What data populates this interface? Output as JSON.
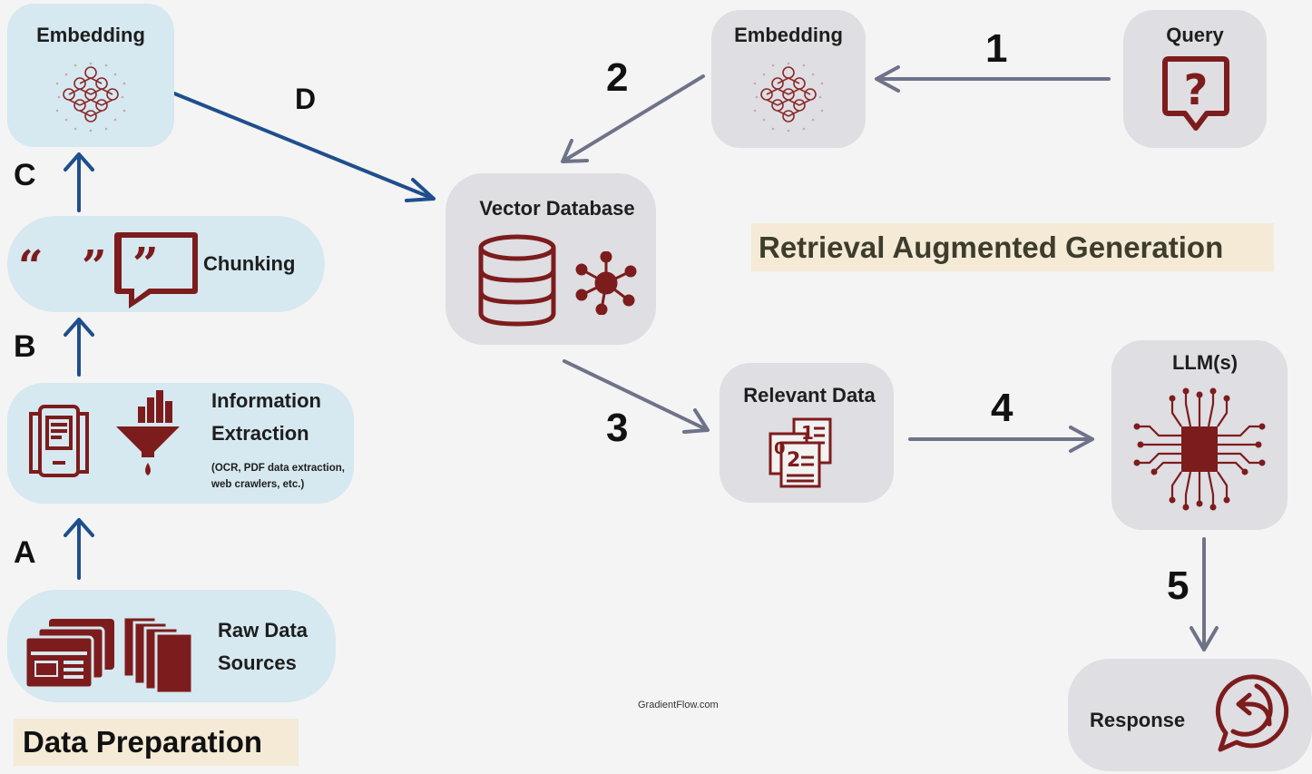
{
  "nodes": {
    "embedding_left": {
      "label": "Embedding"
    },
    "chunking": {
      "label": "Chunking"
    },
    "info_extraction": {
      "label_line1": "Information",
      "label_line2": "Extraction",
      "note_line1": "(OCR, PDF data extraction,",
      "note_line2": "web crawlers, etc.)"
    },
    "raw_data": {
      "label_line1": "Raw Data",
      "label_line2": "Sources"
    },
    "vector_db": {
      "label": "Vector Database"
    },
    "embedding_right": {
      "label": "Embedding"
    },
    "query": {
      "label": "Query"
    },
    "relevant_data": {
      "label": "Relevant Data"
    },
    "llm": {
      "label": "LLM(s)"
    },
    "response": {
      "label": "Response"
    }
  },
  "step_labels": {
    "a": "A",
    "b": "B",
    "c": "C",
    "d": "D",
    "s1": "1",
    "s2": "2",
    "s3": "3",
    "s4": "4",
    "s5": "5"
  },
  "banners": {
    "data_preparation": "Data Preparation",
    "rag": "Retrieval Augmented Generation"
  },
  "credit": "GradientFlow.com",
  "icons": {
    "embedding": "neural-network-icon",
    "chunking": "quote-marks-icon",
    "info_extraction": [
      "document-scan-icon",
      "funnel-chart-icon"
    ],
    "raw_data": [
      "stacked-documents-icon",
      "stacked-pages-icon"
    ],
    "vector_db": [
      "database-icon",
      "network-node-icon"
    ],
    "query": "question-bubble-icon",
    "relevant_data": "numbered-list-icon",
    "llm": "chip-icon",
    "response": "reply-bubble-icon"
  },
  "colors": {
    "icon_red": "#7d1c1c",
    "blue_arrow": "#1e4f8c",
    "grey_arrow": "#6f7389",
    "prep_bg": "#d6e8f0",
    "rag_bg": "#dedee3",
    "banner_bg": "#f4ead6"
  }
}
